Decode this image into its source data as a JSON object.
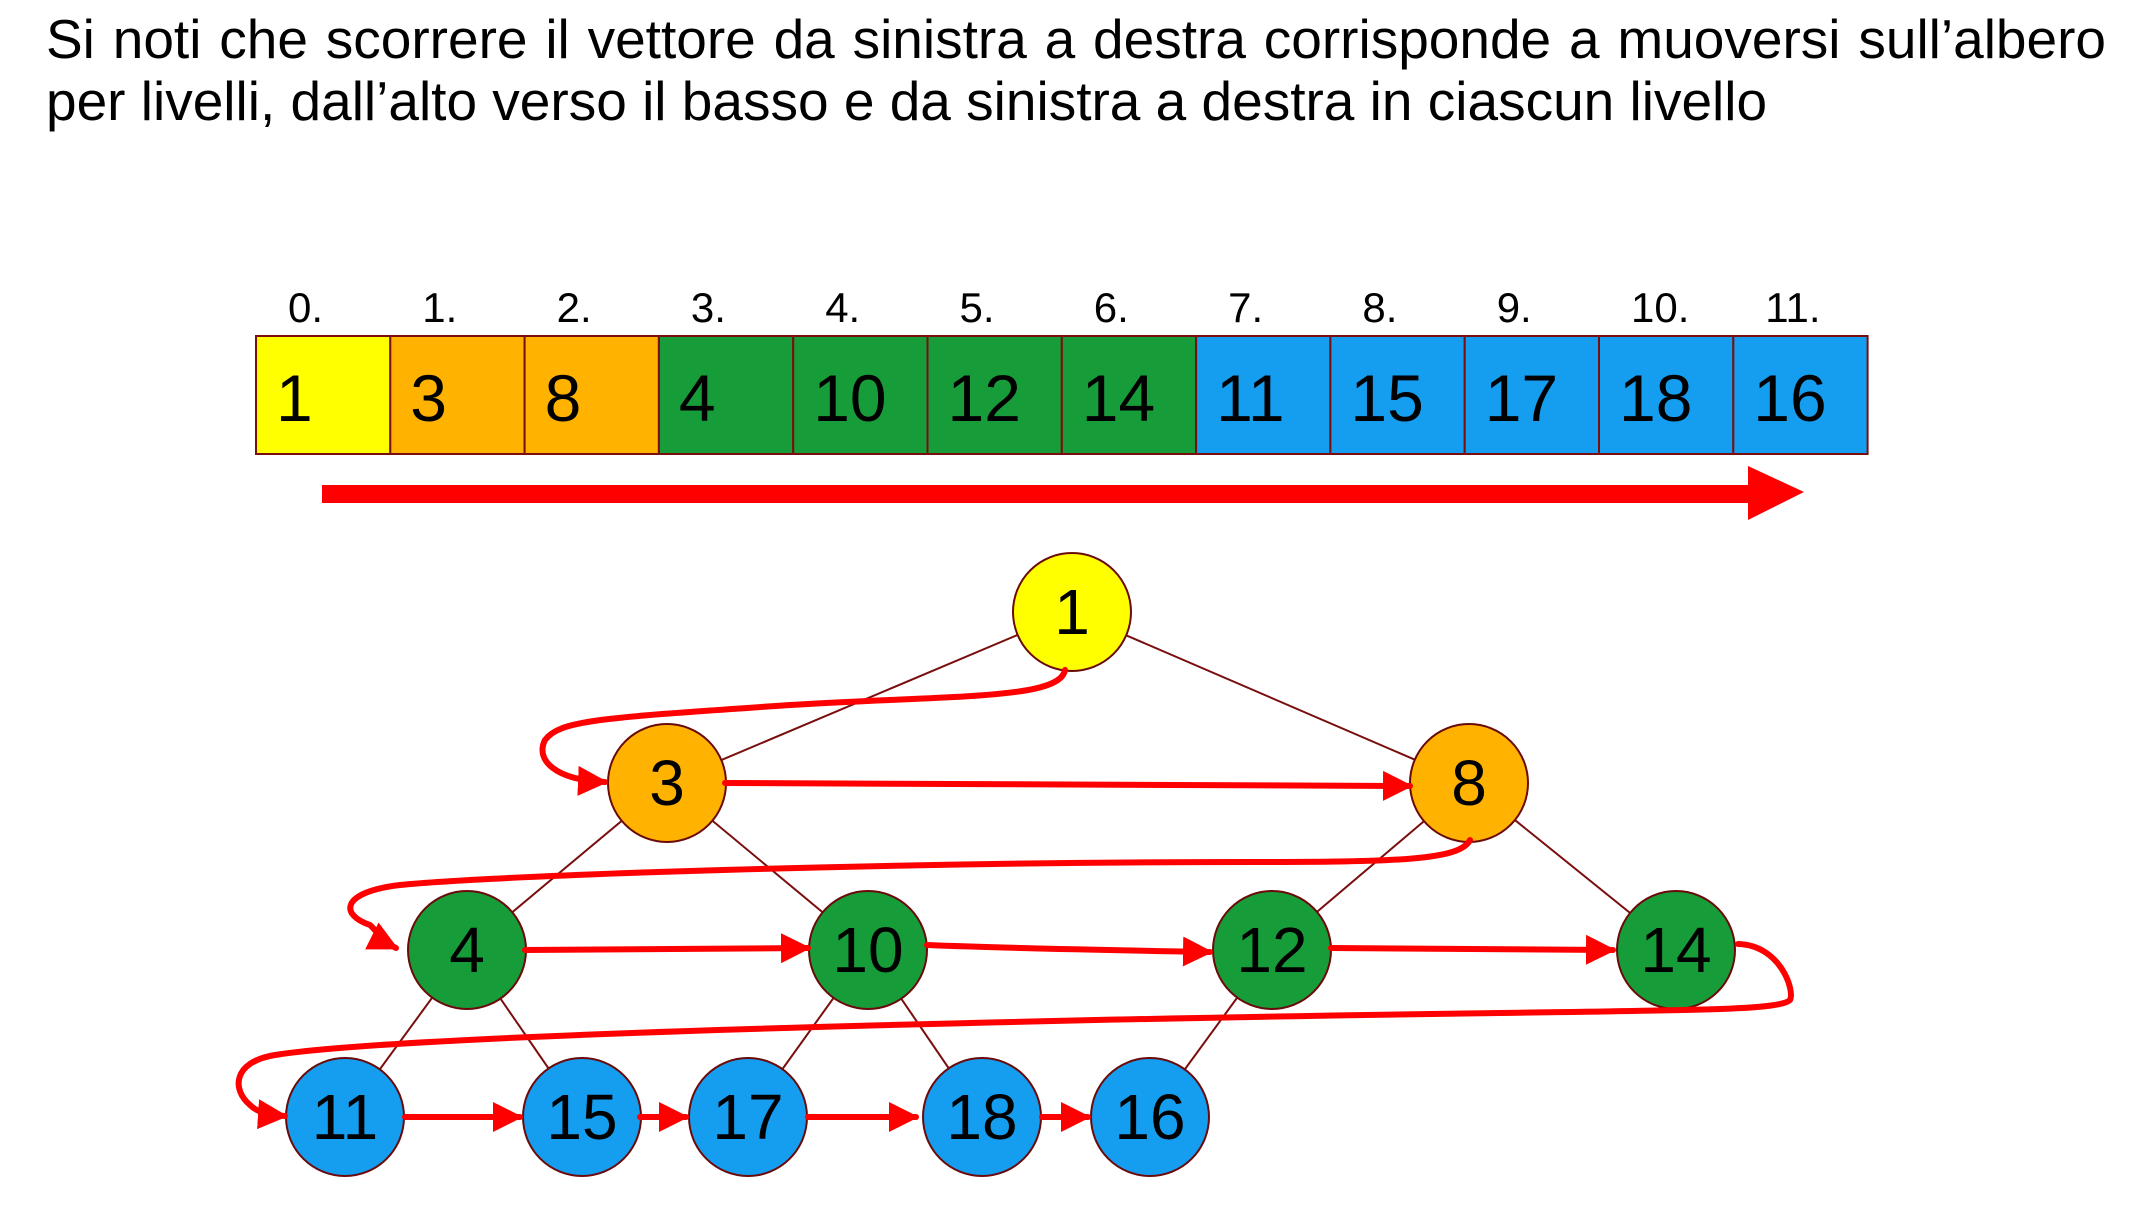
{
  "description": {
    "text": "Si noti che scorrere il vettore da sinistra a destra corrisponde a muoversi sull’albero per livelli, dall’alto verso il basso e da sinistra a destra in ciascun livello"
  },
  "colors": {
    "level0": "#ffff00",
    "level1": "#ffb300",
    "level2": "#179c3a",
    "level3": "#159def",
    "arrow": "#ff0000",
    "edge": "#7a0e0e"
  },
  "array": {
    "indices": [
      "0.",
      "1.",
      "2.",
      "3.",
      "4.",
      "5.",
      "6.",
      "7.",
      "8.",
      "9.",
      "10.",
      "11."
    ],
    "values": [
      "1",
      "3",
      "8",
      "4",
      "10",
      "12",
      "14",
      "11",
      "15",
      "17",
      "18",
      "16"
    ],
    "levels": [
      0,
      1,
      1,
      2,
      2,
      2,
      2,
      3,
      3,
      3,
      3,
      3
    ]
  },
  "tree": {
    "nodes": [
      {
        "label": "1",
        "level": 0
      },
      {
        "label": "3",
        "level": 1
      },
      {
        "label": "8",
        "level": 1
      },
      {
        "label": "4",
        "level": 2
      },
      {
        "label": "10",
        "level": 2
      },
      {
        "label": "12",
        "level": 2
      },
      {
        "label": "14",
        "level": 2
      },
      {
        "label": "11",
        "level": 3
      },
      {
        "label": "15",
        "level": 3
      },
      {
        "label": "17",
        "level": 3
      },
      {
        "label": "18",
        "level": 3
      },
      {
        "label": "16",
        "level": 3
      }
    ],
    "edges": [
      [
        0,
        1
      ],
      [
        0,
        2
      ],
      [
        1,
        3
      ],
      [
        1,
        4
      ],
      [
        2,
        5
      ],
      [
        2,
        6
      ],
      [
        3,
        7
      ],
      [
        3,
        8
      ],
      [
        4,
        9
      ],
      [
        4,
        10
      ],
      [
        5,
        11
      ]
    ]
  }
}
